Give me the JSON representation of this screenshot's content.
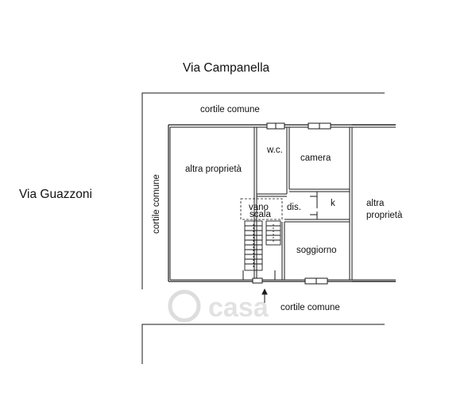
{
  "streets": {
    "top": "Via Campanella",
    "left": "Via Guazzoni"
  },
  "courtyards": {
    "top": "cortile comune",
    "left": "cortile comune",
    "bottom": "cortile comune"
  },
  "rooms": {
    "other_property_left": "altra proprietà",
    "wc": "w.c.",
    "bedroom": "camera",
    "stair_line1": "vano",
    "stair_line2": "scala",
    "hall": "dis.",
    "kitchen": "k",
    "living": "soggiorno",
    "other_property_right_line1": "altra",
    "other_property_right_line2": "proprietà"
  },
  "watermark": {
    "text": "casa"
  },
  "colors": {
    "walls": "#1a1a1a",
    "watermark": "#d9d9d9"
  }
}
